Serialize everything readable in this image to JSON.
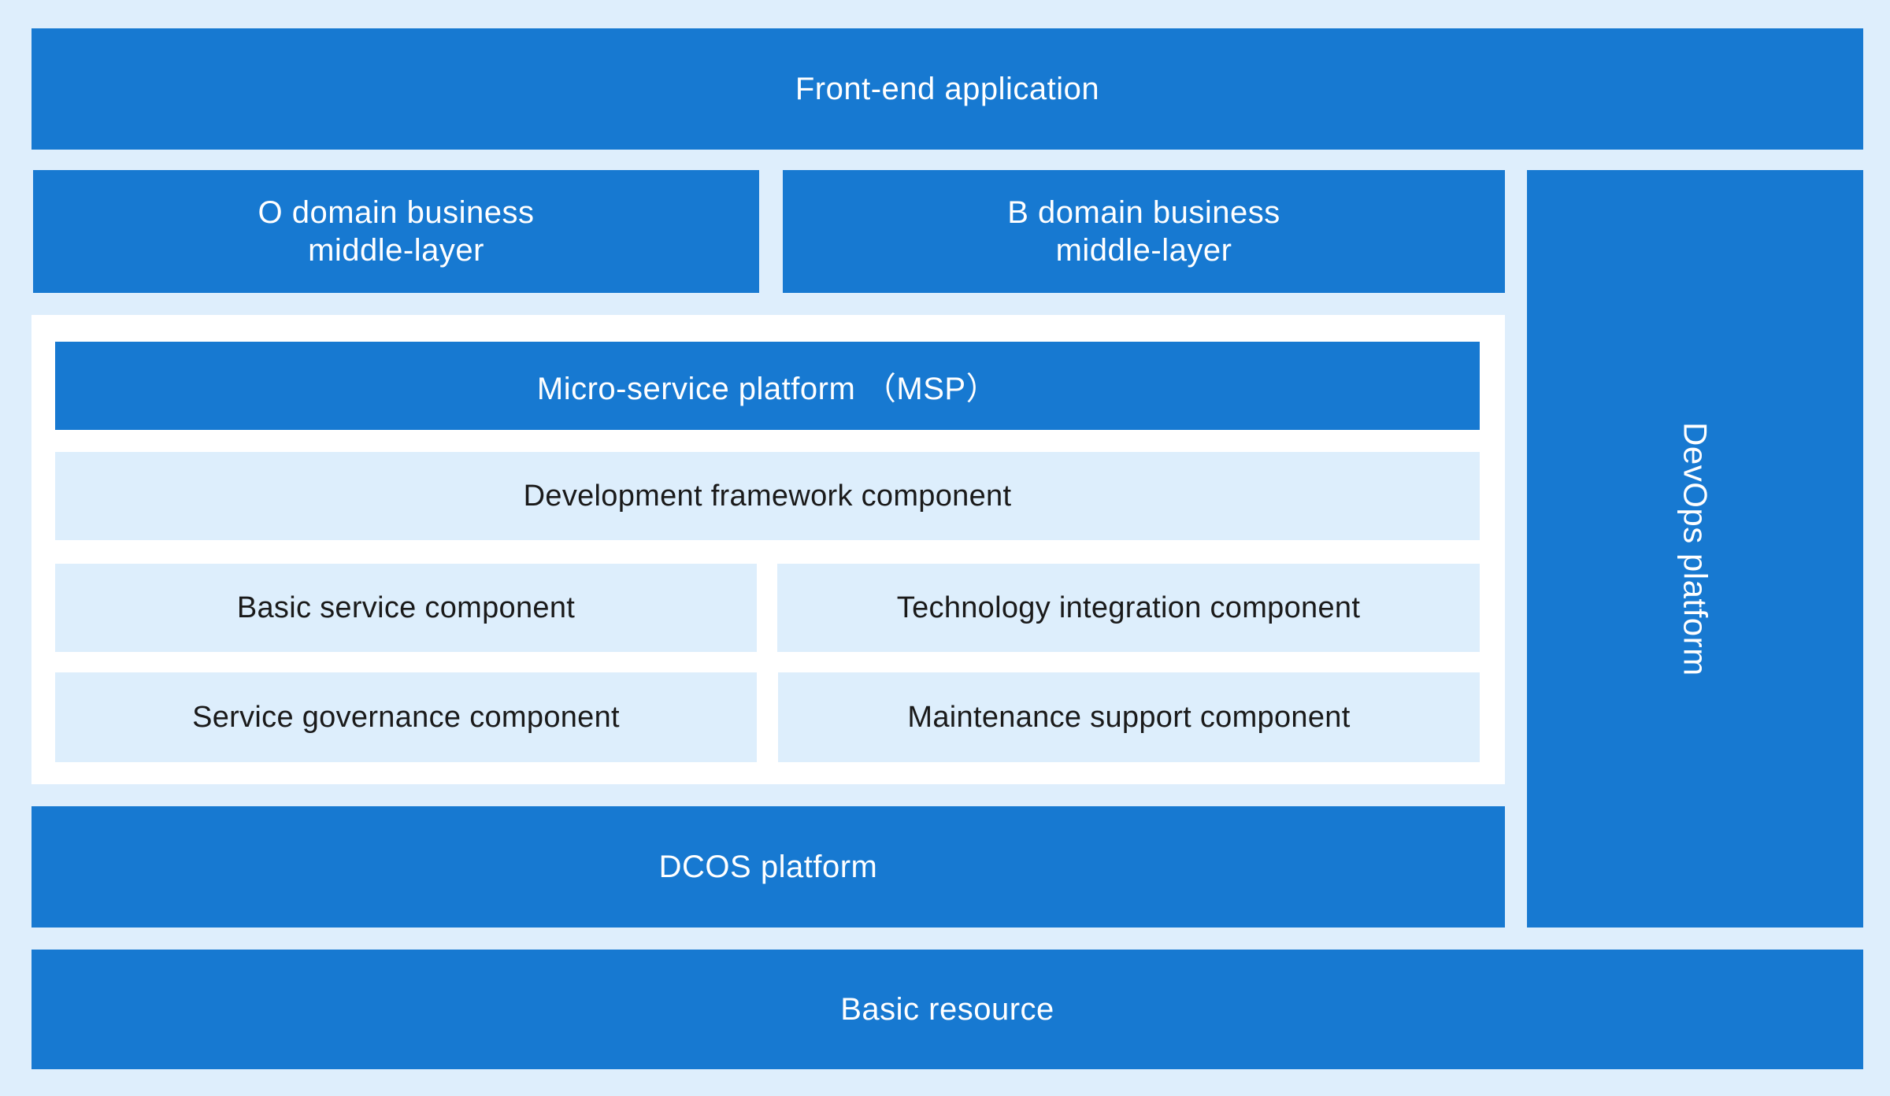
{
  "frontend": {
    "label": "Front-end application"
  },
  "o_domain": {
    "line1": "O domain business",
    "line2": "middle-layer"
  },
  "b_domain": {
    "line1": "B domain business",
    "line2": "middle-layer"
  },
  "msp": {
    "title": "Micro-service platform （MSP）",
    "components": {
      "development": "Development framework component",
      "basic_service": "Basic service component",
      "technology_integration": "Technology integration component",
      "service_governance": "Service governance component",
      "maintenance_support": "Maintenance support component"
    }
  },
  "devops": {
    "label": "DevOps platform"
  },
  "dcos": {
    "label": "DCOS platform"
  },
  "basic_resource": {
    "label": "Basic resource"
  },
  "colors": {
    "background": "#deeefc",
    "layer_blue": "#1779d1",
    "component_light": "#ddeefc",
    "panel_white": "#ffffff"
  }
}
